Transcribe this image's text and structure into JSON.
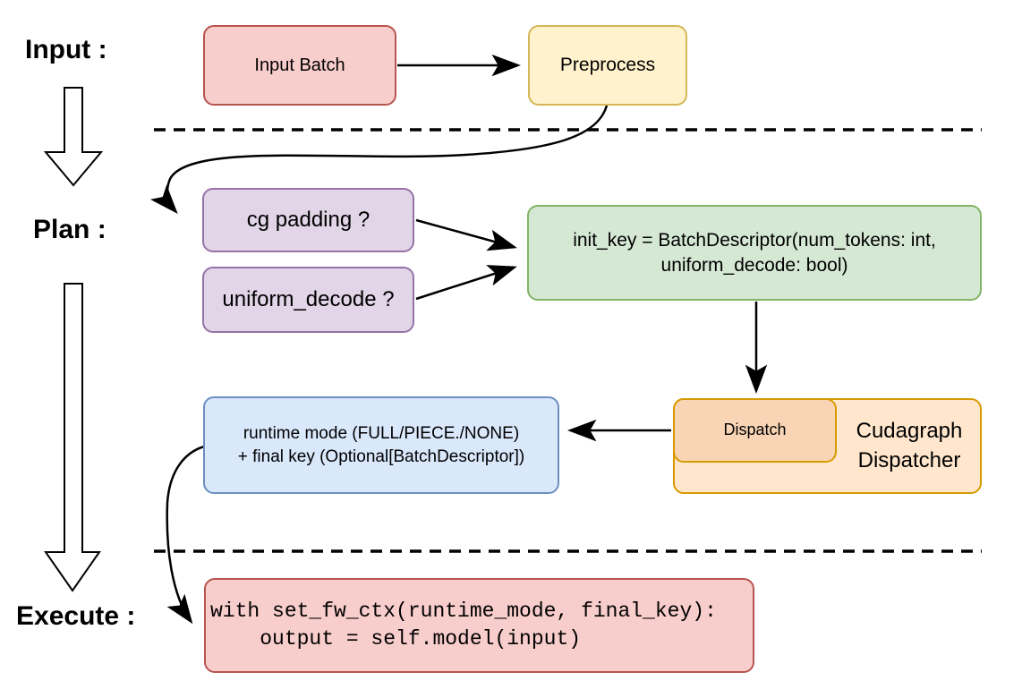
{
  "sections": {
    "input_label": "Input :",
    "plan_label": "Plan :",
    "execute_label": "Execute :"
  },
  "nodes": {
    "input_batch": {
      "label": "Input Batch",
      "fill": "#F8CECC",
      "stroke": "#B85450"
    },
    "preprocess": {
      "label": "Preprocess",
      "fill": "#FFF2CC",
      "stroke": "#D6B656"
    },
    "cg_padding": {
      "label": "cg padding ?",
      "fill": "#E1D5E7",
      "stroke": "#9673A6"
    },
    "uniform_decode": {
      "label": "uniform_decode ?",
      "fill": "#E1D5E7",
      "stroke": "#9673A6"
    },
    "init_key": {
      "line1": "init_key = BatchDescriptor(num_tokens: int,",
      "line2": "uniform_decode: bool)",
      "fill": "#D5E8D4",
      "stroke": "#82B366"
    },
    "dispatch": {
      "label": "Dispatch",
      "fill": "#F9D5B5",
      "stroke": "#D79B00"
    },
    "cudagraph_dispatcher": {
      "line1": "Cudagraph",
      "line2": "Dispatcher",
      "fill": "#FFE6CC",
      "stroke": "#D79B00"
    },
    "runtime_mode": {
      "line1": "runtime mode (FULL/PIECE./NONE)",
      "line2": "+ final key (Optional[BatchDescriptor])",
      "fill": "#DAE8FC",
      "stroke": "#6C8EBF"
    },
    "execute_code": {
      "line1": "with set_fw_ctx(runtime_mode, final_key):",
      "line2": "    output = self.model(input)",
      "fill": "#F8CECC",
      "stroke": "#B85450"
    }
  },
  "style": {
    "arrow_color": "#000000",
    "divider_color": "#000000"
  }
}
